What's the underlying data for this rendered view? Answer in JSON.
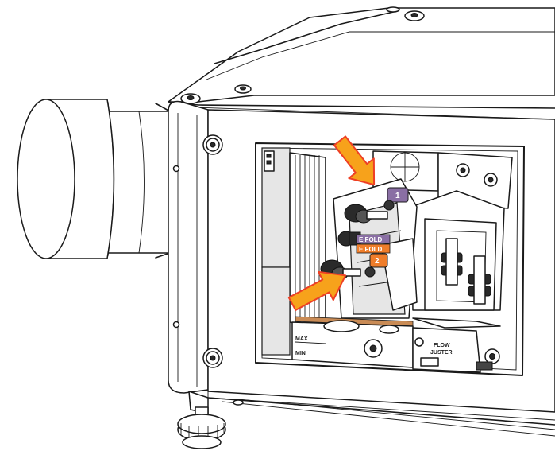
{
  "labels": {
    "upper_tag": "1",
    "lower_tag": "2",
    "fold_upper": "E FOLD",
    "fold_lower": "E FOLD",
    "max": "MAX",
    "min": "MIN",
    "flow_line1": "FLOW",
    "flow_line2": "JUSTER"
  },
  "colors": {
    "arrow_fill": "#f7a21b",
    "arrow_edge": "#ee3f24",
    "purple_tag": "#8a6fa4",
    "orange_tag": "#ef7d2a"
  }
}
